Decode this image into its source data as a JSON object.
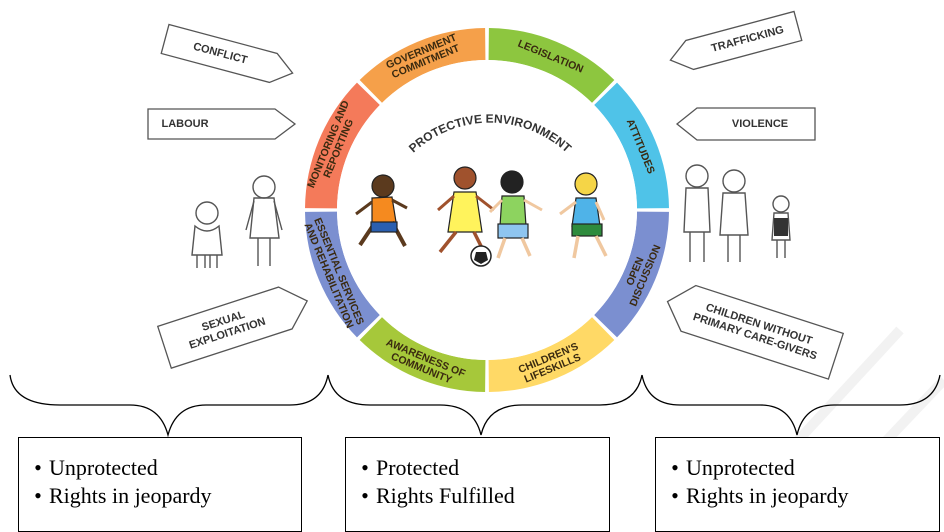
{
  "threats_left": [
    "CONFLICT",
    "LABOUR",
    "SEXUAL EXPLOITATION"
  ],
  "threats_right": [
    "TRAFFICKING",
    "VIOLENCE",
    "CHILDREN WITHOUT PRIMARY CARE-GIVERS"
  ],
  "center_title": "PROTECTIVE ENVIRONMENT",
  "ring_segments": [
    {
      "label": "LEGISLATION",
      "color": "#8dc63f"
    },
    {
      "label": "ATTITUDES",
      "color": "#4fc3e8"
    },
    {
      "label": "OPEN DISCUSSION",
      "color": "#7b8fd0"
    },
    {
      "label": "CHILDREN'S LIFESKILLS",
      "color": "#ffd966"
    },
    {
      "label": "AWARENESS OF COMMUNITY",
      "color": "#a6c83a"
    },
    {
      "label": "ESSENTIAL SERVICES AND REHABILITATION",
      "color": "#7b8fd0"
    },
    {
      "label": "MONITORING AND REPORTING",
      "color": "#f47a5a"
    },
    {
      "label": "GOVERNMENT COMMITMENT",
      "color": "#f5a04a"
    }
  ],
  "boxes": {
    "left": {
      "line1": "Unprotected",
      "line2": "Rights in jeopardy"
    },
    "middle": {
      "line1": "Protected",
      "line2": "Rights Fulfilled"
    },
    "right": {
      "line1": "Unprotected",
      "line2": "Rights in jeopardy"
    }
  },
  "bullet_symbol": "•"
}
